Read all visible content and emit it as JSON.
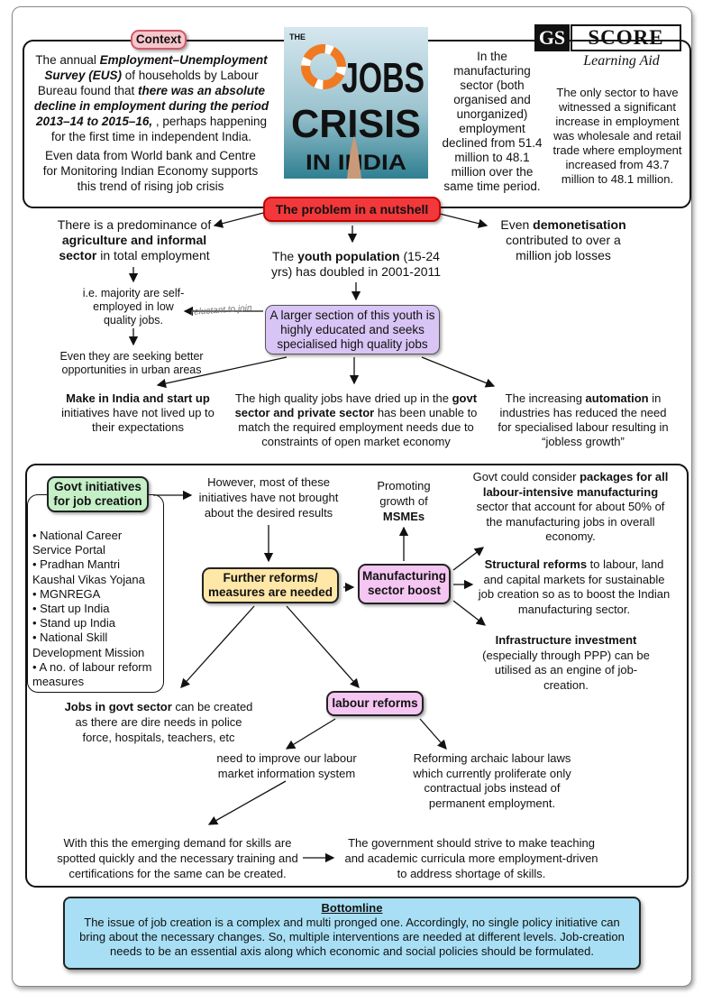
{
  "logo": {
    "gs": "GS",
    "score": "SCORE",
    "sub": "Learning Aid"
  },
  "poster": {
    "line1": "JOBS",
    "line2": "CRISIS",
    "line3": "IN INDIA",
    "small": "THE"
  },
  "context": {
    "tag": "Context",
    "p1_pre": "The annual ",
    "p1_bold1": "Employment–Unemployment Survey (EUS)",
    "p1_mid": " of households by Labour Bureau found that ",
    "p1_bold2": "there was an absolute decline in employment during the period 2013–14 to 2015–16,",
    "p1_post": " , perhaps happening for the first time in independent India.",
    "p2": "Even data from World bank and Centre for Monitoring Indian Economy supports this trend of rising job crisis",
    "manufacturing": "In the manufacturing sector (both organised and unorganized) employment declined from 51.4 million to 48.1 million over the same time period.",
    "wholesale": "The only sector to have witnessed a significant increase in employment was wholesale and retail trade where employment increased from 43.7 million to 48.1 million."
  },
  "nutshell": {
    "tag": "The problem in a nutshell",
    "agri_pre": "There is a predominance of ",
    "agri_bold": "agriculture and informal sector",
    "agri_post": " in total employment",
    "self_employed": "i.e. majority are self-employed in low quality jobs.",
    "seeking": "Even they are seeking better opportunities in urban areas",
    "reluctant": "reluctant to join",
    "youth_pre": "The ",
    "youth_bold": "youth population",
    "youth_post": " (15-24 yrs) has doubled in 2001-2011",
    "youth_box": "A larger section of this youth is highly educated and seeks specialised high quality jobs",
    "demo_pre": "Even ",
    "demo_bold": "demonetisation",
    "demo_post": " contributed to over a million job losses",
    "make_bold": "Make in India and start up",
    "make_post": " initiatives have not lived up to their expectations",
    "hq_pre": "The high quality jobs have dried up in the ",
    "hq_bold": "govt sector and private sector",
    "hq_post": " has been unable to match the required employment needs due to constraints of open market economy",
    "auto_pre": "The increasing ",
    "auto_bold": "automation",
    "auto_post": " in industries has reduced the need for specialised labour resulting in “jobless growth”"
  },
  "solutions": {
    "govt_tag": "Govt initiatives for job creation",
    "govt_items": [
      "• National Career Service Portal",
      "• Pradhan Mantri Kaushal Vikas Yojana",
      "• MGNREGA",
      "• Start up India",
      "• Stand up India",
      "• National Skill Development Mission",
      "• A no. of labour reform measures"
    ],
    "however": "However, most of these initiatives have not brought about the desired results",
    "reforms_tag": "Further reforms/ measures are needed",
    "mfg_tag": "Manufacturing sector boost",
    "msme_pre": "Promoting growth of ",
    "msme_bold": "MSMEs",
    "pkg_pre": "Govt could consider ",
    "pkg_bold": "packages for all labour-intensive manufacturing",
    "pkg_post": " sector that account for about 50% of the manufacturing jobs in overall economy.",
    "struct_bold": "Structural reforms",
    "struct_post": " to labour, land and capital markets for sustainable job creation so as to boost the Indian manufacturing sector.",
    "infra_bold": "Infrastructure investment",
    "infra_post": " (especially through PPP) can be utilised as an engine of job-creation.",
    "govtjobs_bold": "Jobs in govt sector",
    "govtjobs_post": " can be created as there are dire needs in police force, hospitals, teachers, etc",
    "labour_tag": "labour reforms",
    "lmis": "need to improve our labour market information system",
    "archaic": "Reforming archaic labour laws which currently proliferate only contractual jobs instead of permanent employment.",
    "skills": "With this the emerging demand for skills are spotted quickly and the necessary training and certifications for the same can be created.",
    "teaching": "The government should strive to make teaching and academic curricula more employment-driven to address shortage of skills."
  },
  "bottomline": {
    "title": "Bottomline",
    "text": "The issue of job creation is a complex and multi pronged one. Accordingly,  no single policy initiative can bring about the necessary changes. So, multiple interventions are needed at different levels. Job-creation needs to be an essential axis along which economic and social policies should be formulated."
  },
  "colors": {
    "context_tag": "#f7c6cc",
    "nutshell": "#f2383a",
    "youth_box": "#d8c4f5",
    "govt_tag": "#c5efc7",
    "reforms_tag": "#ffe7a8",
    "mfg_tag": "#f5c6f2",
    "bottom": "#a8dff5"
  }
}
